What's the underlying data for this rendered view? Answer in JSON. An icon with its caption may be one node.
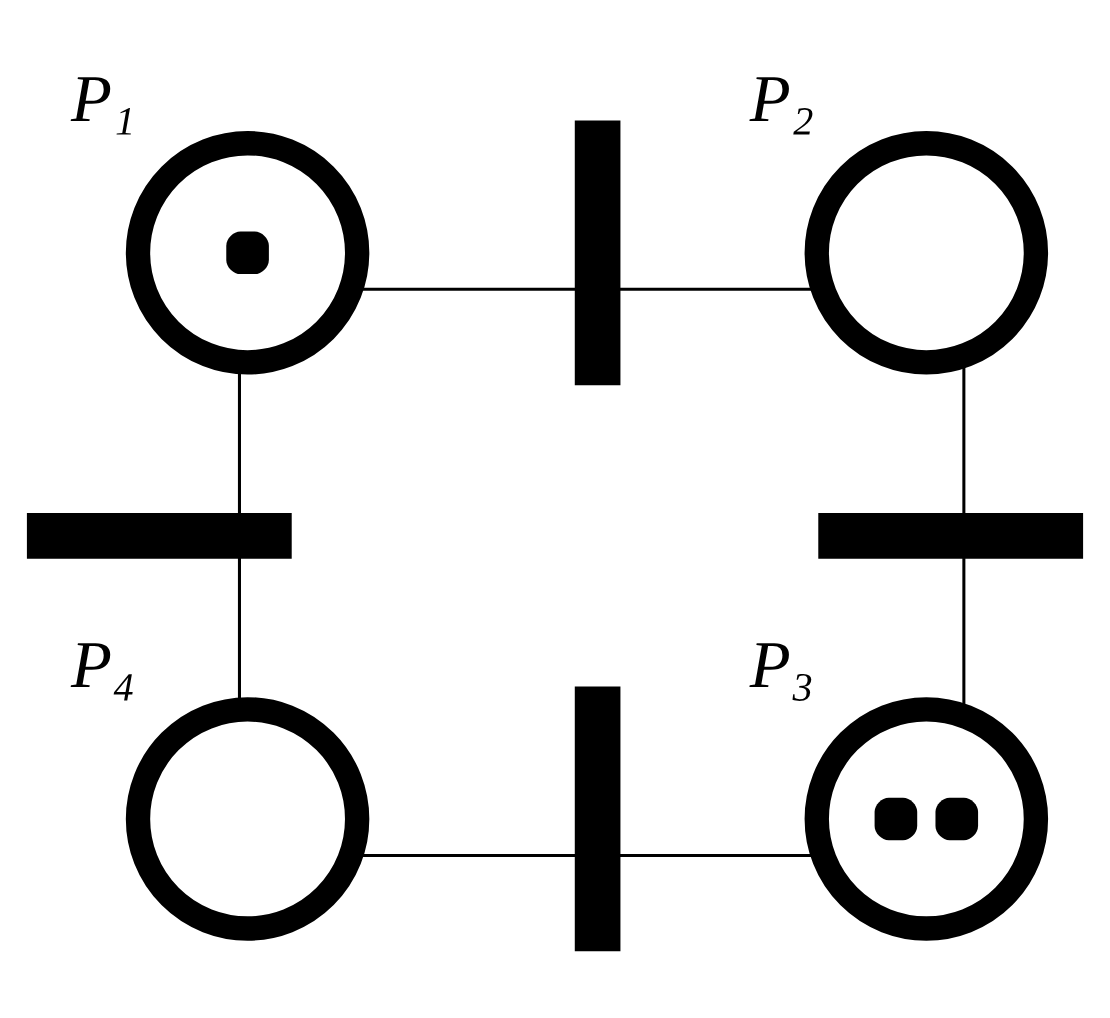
{
  "diagram": {
    "nodes": [
      {
        "text": [],
        "shape": "circle",
        "beside": [
          "P₁"
        ]
      },
      {
        "text": [],
        "shape": "bar"
      },
      {
        "text": [],
        "shape": "circle",
        "beside": [
          "P₂"
        ]
      },
      {
        "text": [],
        "shape": "bar"
      },
      {
        "text": [],
        "shape": "bar"
      },
      {
        "text": [],
        "shape": "circle",
        "beside": [
          "P₄"
        ]
      },
      {
        "text": [],
        "shape": "bar"
      },
      {
        "text": [],
        "shape": "circle",
        "beside": [
          "P₃"
        ]
      }
    ],
    "edges": [
      {
        "from": 0,
        "to": 1,
        "arrow": "none"
      },
      {
        "from": 1,
        "to": 2,
        "arrow": "none"
      },
      {
        "from": 2,
        "to": 4,
        "arrow": "none"
      },
      {
        "from": 4,
        "to": 7,
        "arrow": "none"
      },
      {
        "from": 7,
        "to": 6,
        "arrow": "none"
      },
      {
        "from": 6,
        "to": 5,
        "arrow": "none"
      },
      {
        "from": 5,
        "to": 3,
        "arrow": "none"
      },
      {
        "from": 3,
        "to": 0,
        "arrow": "none"
      }
    ]
  }
}
